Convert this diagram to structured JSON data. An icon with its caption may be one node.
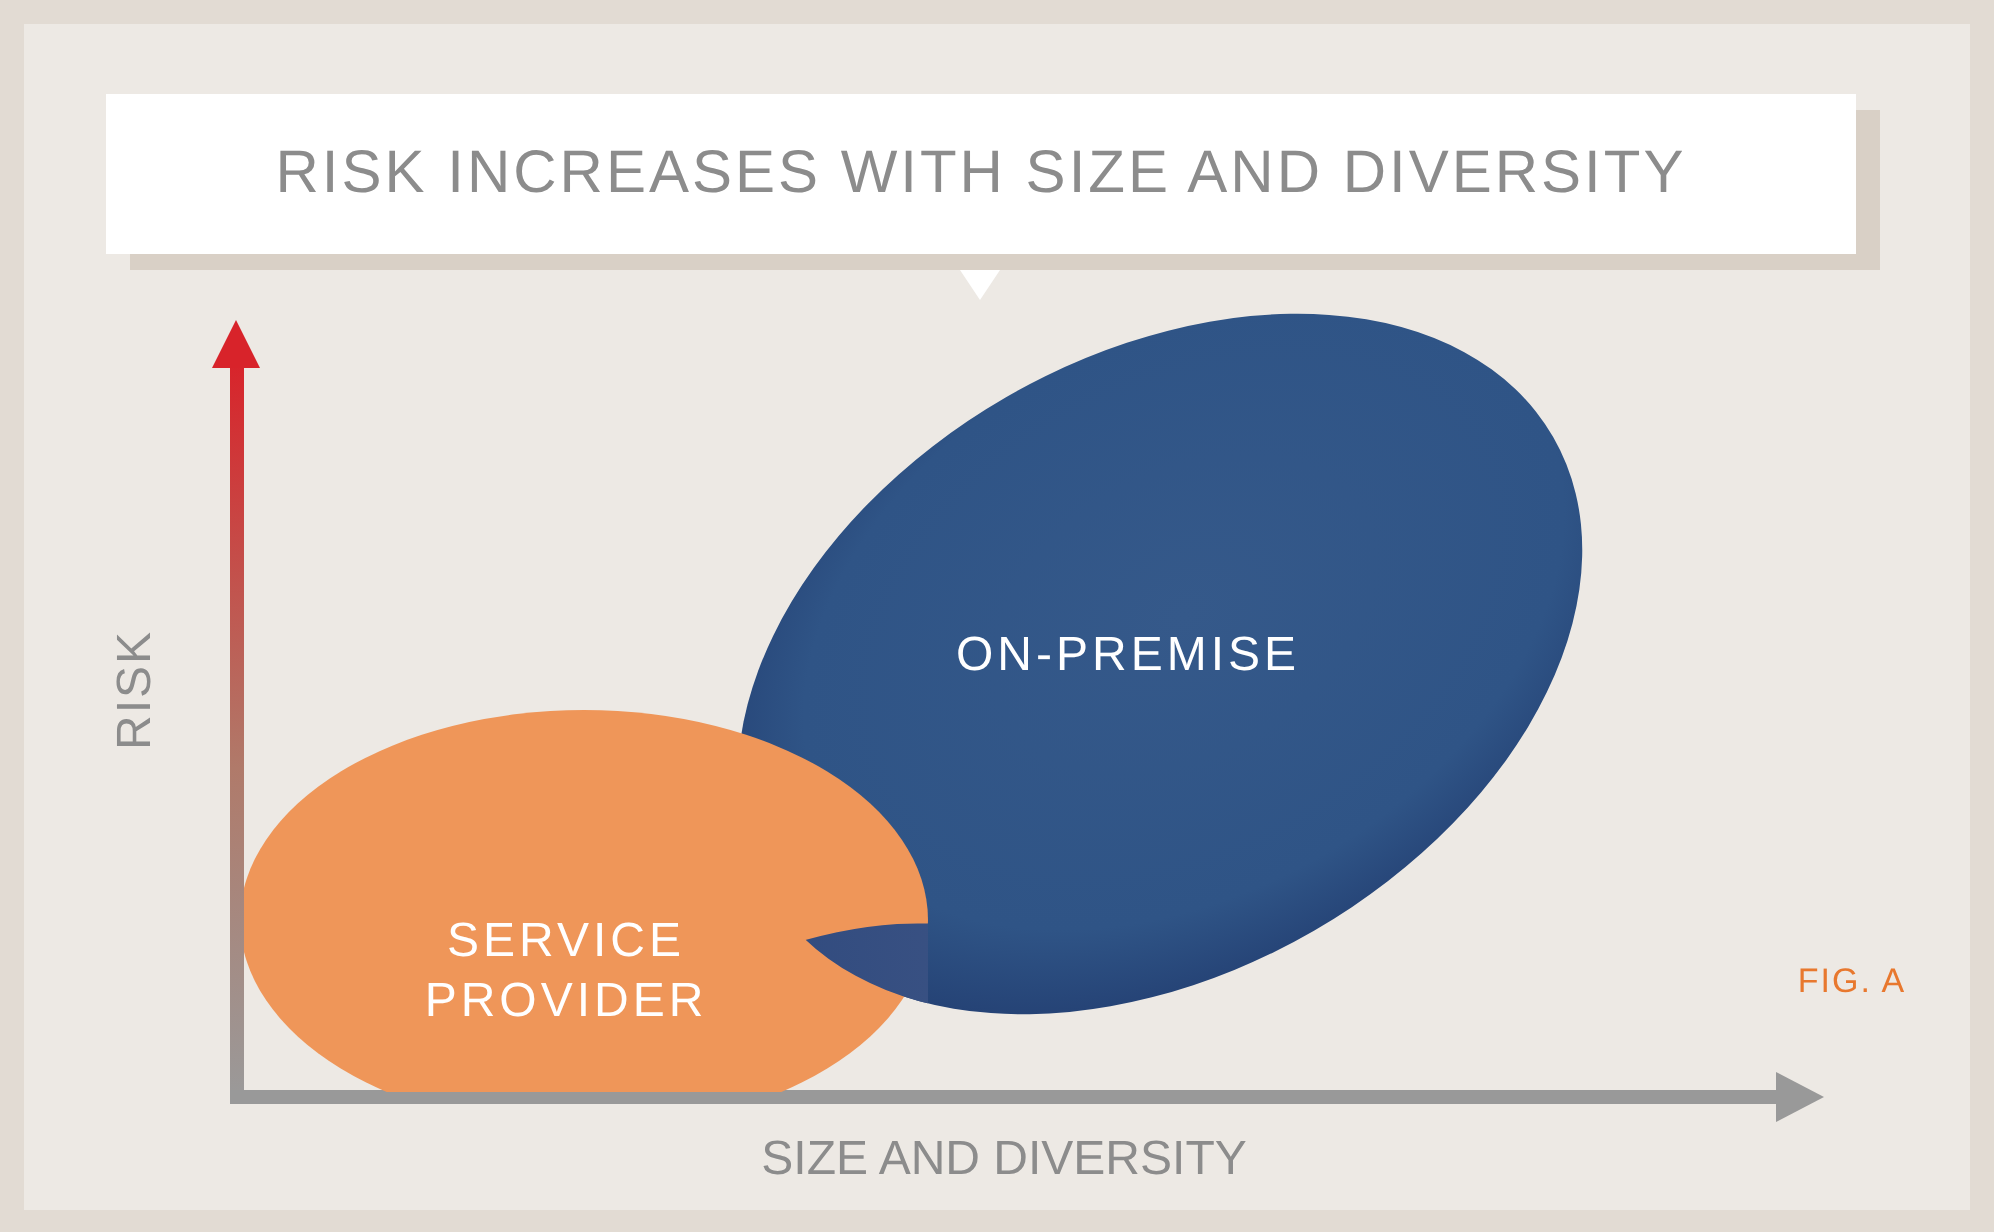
{
  "diagram": {
    "nodes": [
      {
        "text": [
          "RISK INCREASES WITH SIZE AND DIVERSITY"
        ]
      },
      {
        "text": [
          "SERVICE PROVIDER"
        ]
      },
      {
        "text": [
          "ON-PREMISE"
        ]
      }
    ],
    "edges": [],
    "labels": [
      "RISK",
      "SIZE AND DIVERSITY",
      "FIG. A"
    ]
  }
}
